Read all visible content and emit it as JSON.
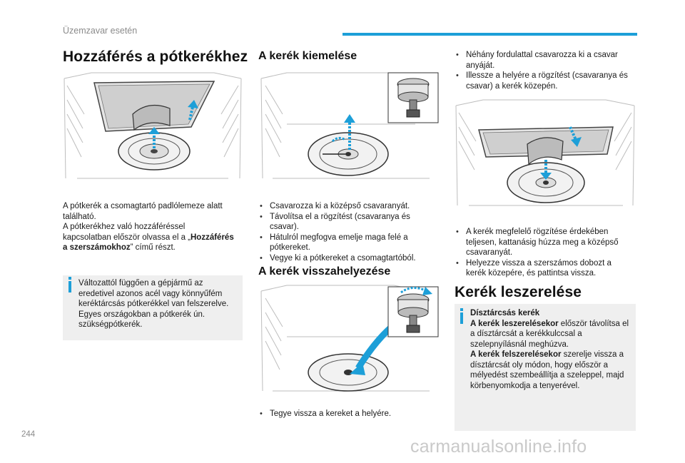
{
  "header": {
    "section": "Üzemzavar esetén"
  },
  "col1": {
    "title": "Hozzáférés a pótkerékhez",
    "p_lines": [
      "A pótkerék a csomagtartó padlólemeze alatt",
      "található.",
      "A pótkerékhez való hozzáféréssel",
      "kapcsolatban először olvassa el a „"
    ],
    "p_bold1": "Hozzáférés",
    "p_bold2": "a szerszámokhoz",
    "p_end": "” című részt.",
    "info_lines": [
      "Változattól függően a gépjármű az",
      "eredetivel azonos acél vagy könnyűfém",
      "keréktárcsás pótkerékkel van felszerelve.",
      "Egyes országokban a pótkerék ún.",
      "szükségpótkerék."
    ]
  },
  "col2": {
    "title1": "A kerék kiemelése",
    "list1": [
      "Csavarozza ki a középső csavaranyát.",
      "Távolítsa el a rögzítést (csavaranya és csavar).",
      "Hátulról megfogva emelje maga felé a pótkereket.",
      "Vegye ki a pótkereket a csomagtartóból."
    ],
    "title2": "A kerék visszahelyezése",
    "list2": [
      "Tegye vissza a kereket a helyére."
    ]
  },
  "col3": {
    "list_top": [
      "Néhány fordulattal csavarozza ki a csavar anyáját.",
      "Illessze a helyére a rögzítést (csavaranya és csavar) a kerék közepén."
    ],
    "list_mid": [
      "A kerék megfelelő rögzítése érdekében teljesen, kattanásig húzza meg a középső csavaranyát.",
      "Helyezze vissza a szerszámos dobozt a kerék közepére, és pattintsa vissza."
    ],
    "title": "Kerék leszerelése",
    "info": {
      "heading": "Dísztárcsás kerék",
      "remove_label": "A kerék leszerelésekor",
      "remove_text": " először távolítsa el a dísztárcsát a kerékkulccsal a szelepnyílásnál meghúzva.",
      "fit_label": "A kerék felszerelésekor",
      "fit_text": " szerelje vissza a dísztárcsát oly módon, hogy először a mélyedést szembeállítja a szeleppel, majd körbenyomkodja a tenyerével."
    }
  },
  "footer": {
    "page": "244",
    "watermark": "carmanualsonline.info"
  },
  "colors": {
    "accent": "#1d9fd8",
    "info_bg": "#efefef"
  }
}
